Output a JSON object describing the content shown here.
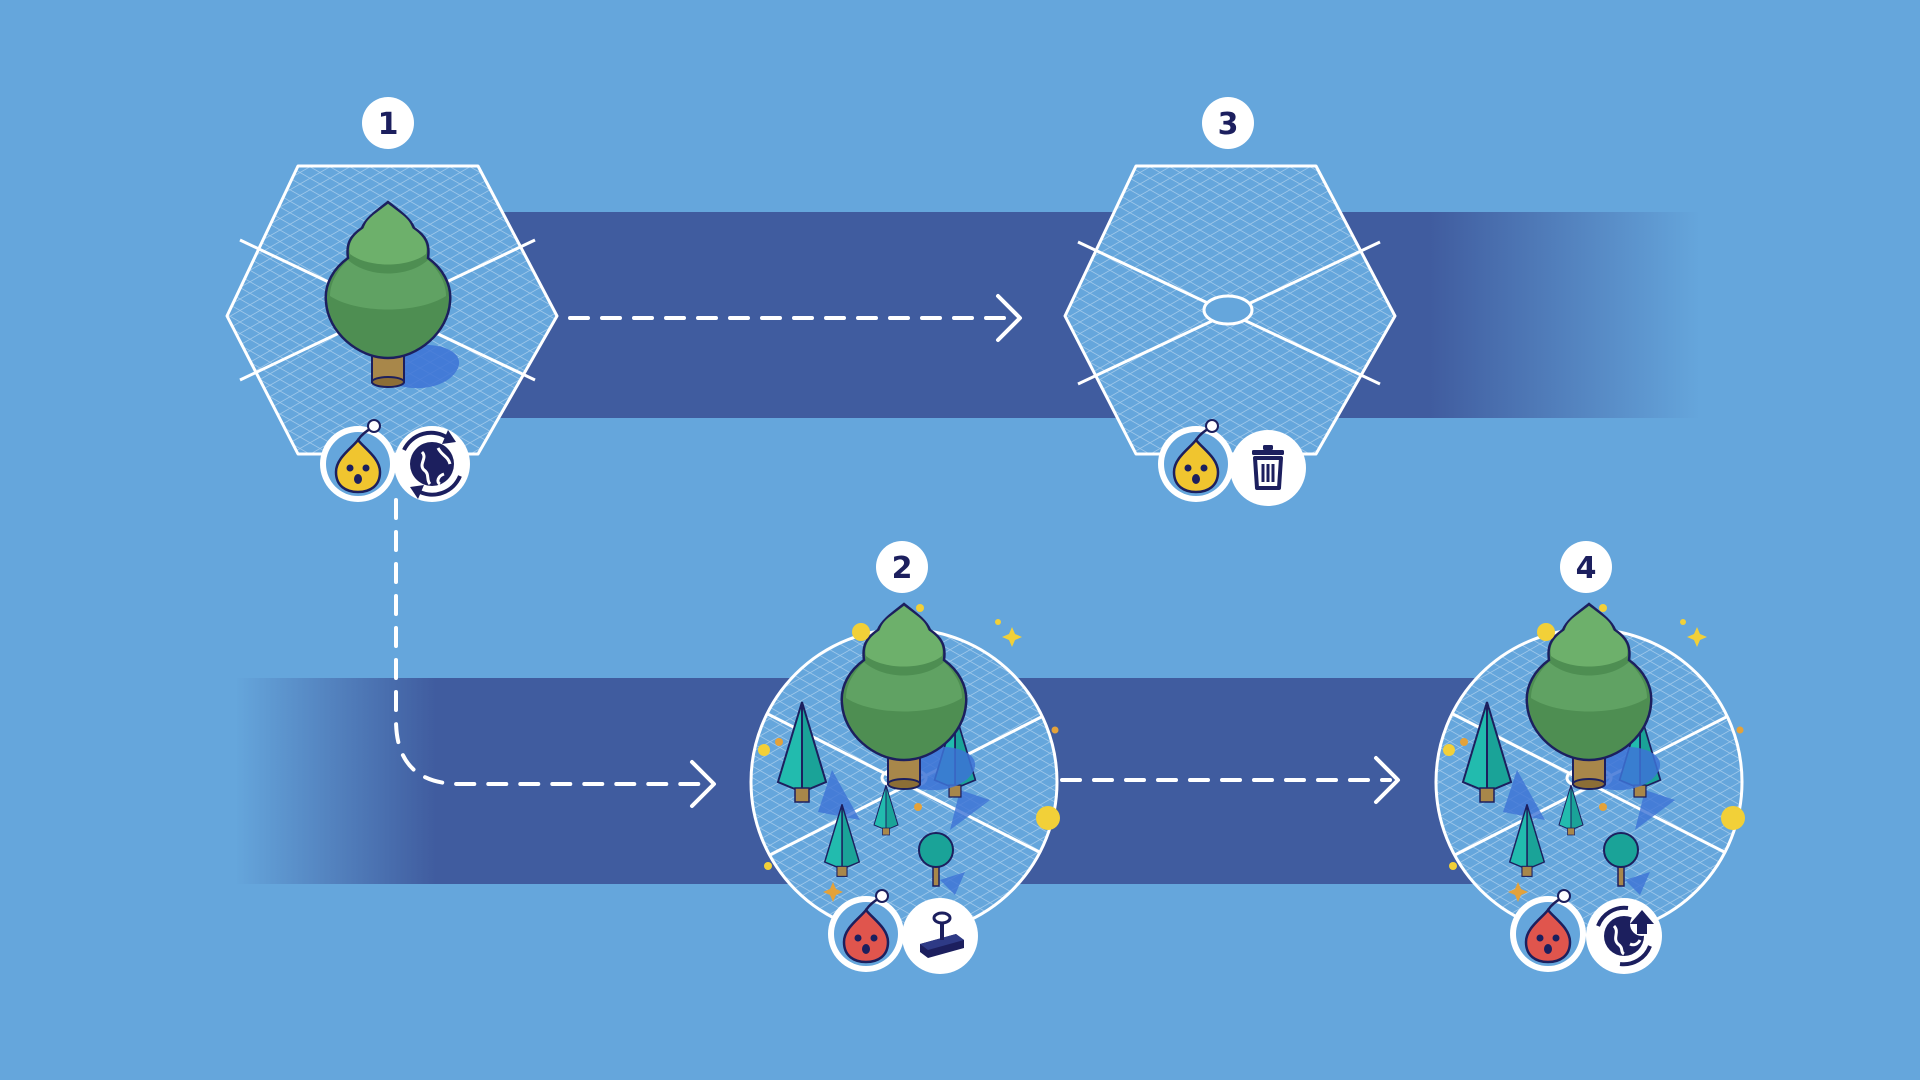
{
  "colors": {
    "background": "#65A6DC",
    "band": "#405C9F",
    "white": "#FFFFFF",
    "navy": "#1C1F5E",
    "tree_green": "#5E9B5D",
    "pine_teal": "#1AA398",
    "yellow_creature": "#F0C52F",
    "red_creature": "#E0554D",
    "spark_yellow": "#F2D038"
  },
  "steps": [
    {
      "number": "1",
      "shape": "hexagon",
      "content": "tree",
      "creature": "yellow",
      "action_icon": "world-recycle-icon"
    },
    {
      "number": "2",
      "shape": "circle",
      "content": "forest",
      "creature": "red",
      "action_icon": "joystick-icon"
    },
    {
      "number": "3",
      "shape": "hexagon",
      "content": "empty",
      "creature": "yellow",
      "action_icon": "trash-icon"
    },
    {
      "number": "4",
      "shape": "circle",
      "content": "forest",
      "creature": "red",
      "action_icon": "world-upload-icon"
    }
  ],
  "connections": [
    {
      "from": "1",
      "to": "3",
      "style": "dashed-arrow"
    },
    {
      "from": "1",
      "to": "2",
      "style": "dashed-arrow"
    },
    {
      "from": "2",
      "to": "4",
      "style": "dashed-arrow"
    }
  ]
}
